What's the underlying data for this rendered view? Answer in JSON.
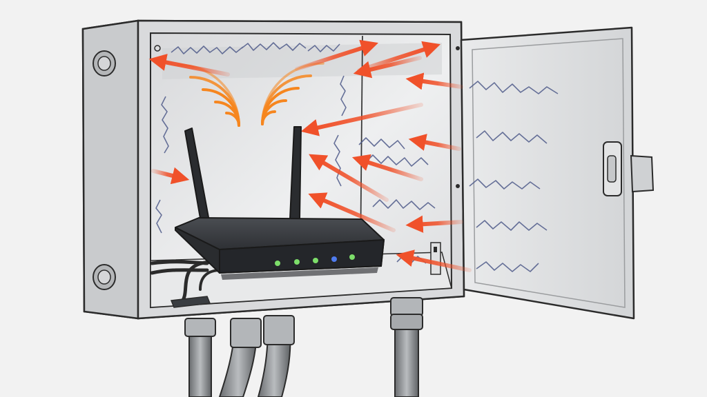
{
  "colors": {
    "background": "#f2f2f2",
    "enclosure_body": "#d4d6d8",
    "enclosure_interior": "#e4e5e6",
    "enclosure_outline": "#2b2b2b",
    "router_body": "#2a2c2f",
    "router_top": "#3a3d41",
    "arrow_red_orange": "#f0512a",
    "signal_orange": "#f6861f",
    "interference_blue": "#4f5b8a",
    "led_green": "#7dde6a",
    "led_blue": "#4f7cf0"
  },
  "icons": {
    "router": "wifi-router-icon",
    "enclosure": "metal-enclosure-icon",
    "door": "open-door-icon",
    "conduit": "cable-conduit-icon",
    "signal_waves": "wifi-waves-icon",
    "reflection_arrows": "signal-reflection-arrow-icon",
    "interference": "electrical-interference-zigzag-icon"
  },
  "router": {
    "antennas": 2,
    "status_leds": [
      "green",
      "green",
      "green",
      "blue",
      "green"
    ]
  },
  "enclosure": {
    "door_state": "open",
    "conduits_bottom": 4
  },
  "signal": {
    "reflection_arrow_count": 13,
    "wave_sources": 2
  }
}
